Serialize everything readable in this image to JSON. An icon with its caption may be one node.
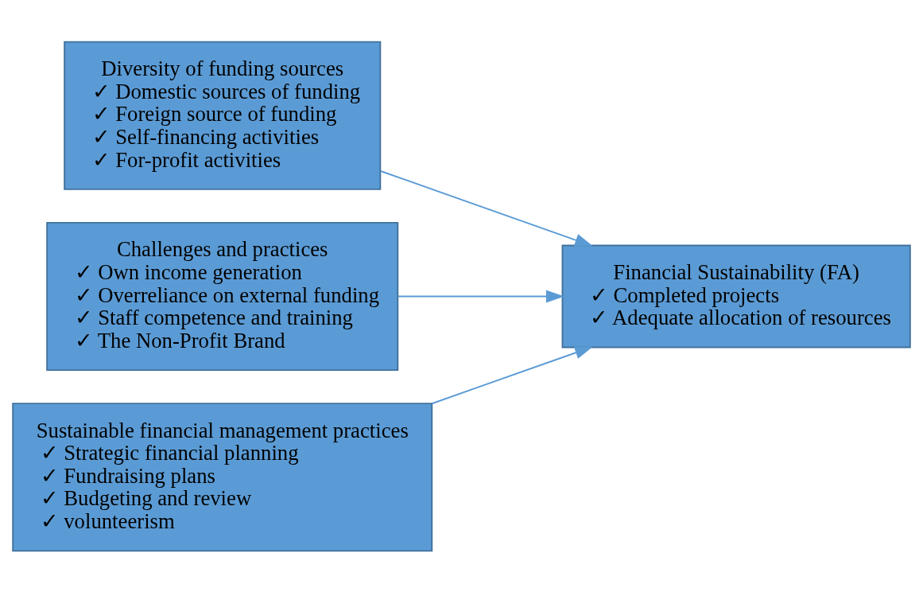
{
  "diagram": {
    "nodes": [
      {
        "text": [
          "Diversity of funding sources",
          "✓ Domestic sources of funding",
          "✓ Foreign source of funding",
          "✓ Self-financing activities",
          "✓ For-profit activities"
        ]
      },
      {
        "text": [
          "Challenges and practices",
          "✓ Own income generation",
          "✓ Overreliance on external funding",
          "✓ Staff competence and training",
          "✓ The Non-Profit Brand"
        ]
      },
      {
        "text": [
          "Sustainable financial management practices",
          "✓ Strategic financial planning",
          "✓ Fundraising plans",
          "✓ Budgeting and review",
          "✓ volunteerism"
        ]
      },
      {
        "text": [
          "Financial Sustainability (FA)",
          "✓ Completed projects",
          "✓ Adequate allocation of resources"
        ]
      }
    ],
    "edges": [
      {
        "from": 0,
        "to": 3,
        "arrow": "to"
      },
      {
        "from": 1,
        "to": 3,
        "arrow": "to"
      },
      {
        "from": 2,
        "to": 3,
        "arrow": "to"
      }
    ]
  }
}
